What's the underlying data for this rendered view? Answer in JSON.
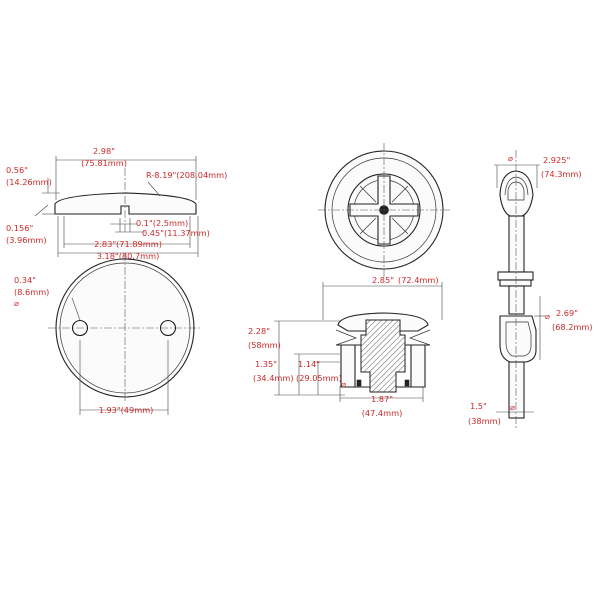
{
  "colors": {
    "dimension_text": "#cc2a2a",
    "lines": "#222222"
  },
  "plate_side": {
    "overall_width": "2.98\"",
    "overall_width_mm": "(75.81mm)",
    "height_in": "0.56\"",
    "height_mm": "(14.26mm)",
    "radius": "R-8.19\"(208.04mm)",
    "edge_in": "0.156\"",
    "edge_mm": "(3.96mm)",
    "slot": "0.1\"(2.5mm)",
    "slot_depth": "0.45\"(11.37mm)",
    "inner_width": "2.83\"(71.89mm)",
    "outer_width": "3.18\"(80.7mm)"
  },
  "plate_front": {
    "hole_dia_in": "0.34\"",
    "hole_dia_mm": "(8.6mm)",
    "hole_symbol": "⌀",
    "hole_spacing": "1.93\"(49mm)"
  },
  "stopper": {
    "cap_width_in": "2.85\"",
    "cap_width_mm": "(72.4mm)",
    "height_total_in": "2.28\"",
    "height_total_mm": "(58mm)",
    "height_body_in": "1.35\"",
    "height_body_mm": "(34.4mm)",
    "height_inner_in": "1.14\"",
    "height_inner_mm": "(29.05mm)",
    "body_dia_in": "1.87\"",
    "body_dia_mm": "(47.4mm)",
    "dia_symbol": "⌀"
  },
  "drain": {
    "top_dia_in": "2.925\"",
    "top_dia_mm": "(74.3mm)",
    "elbow_in": "2.69\"",
    "elbow_mm": "(68.2mm)",
    "pipe_in": "1.5\"",
    "pipe_mm": "(38mm)",
    "dia_symbol": "⌀"
  }
}
